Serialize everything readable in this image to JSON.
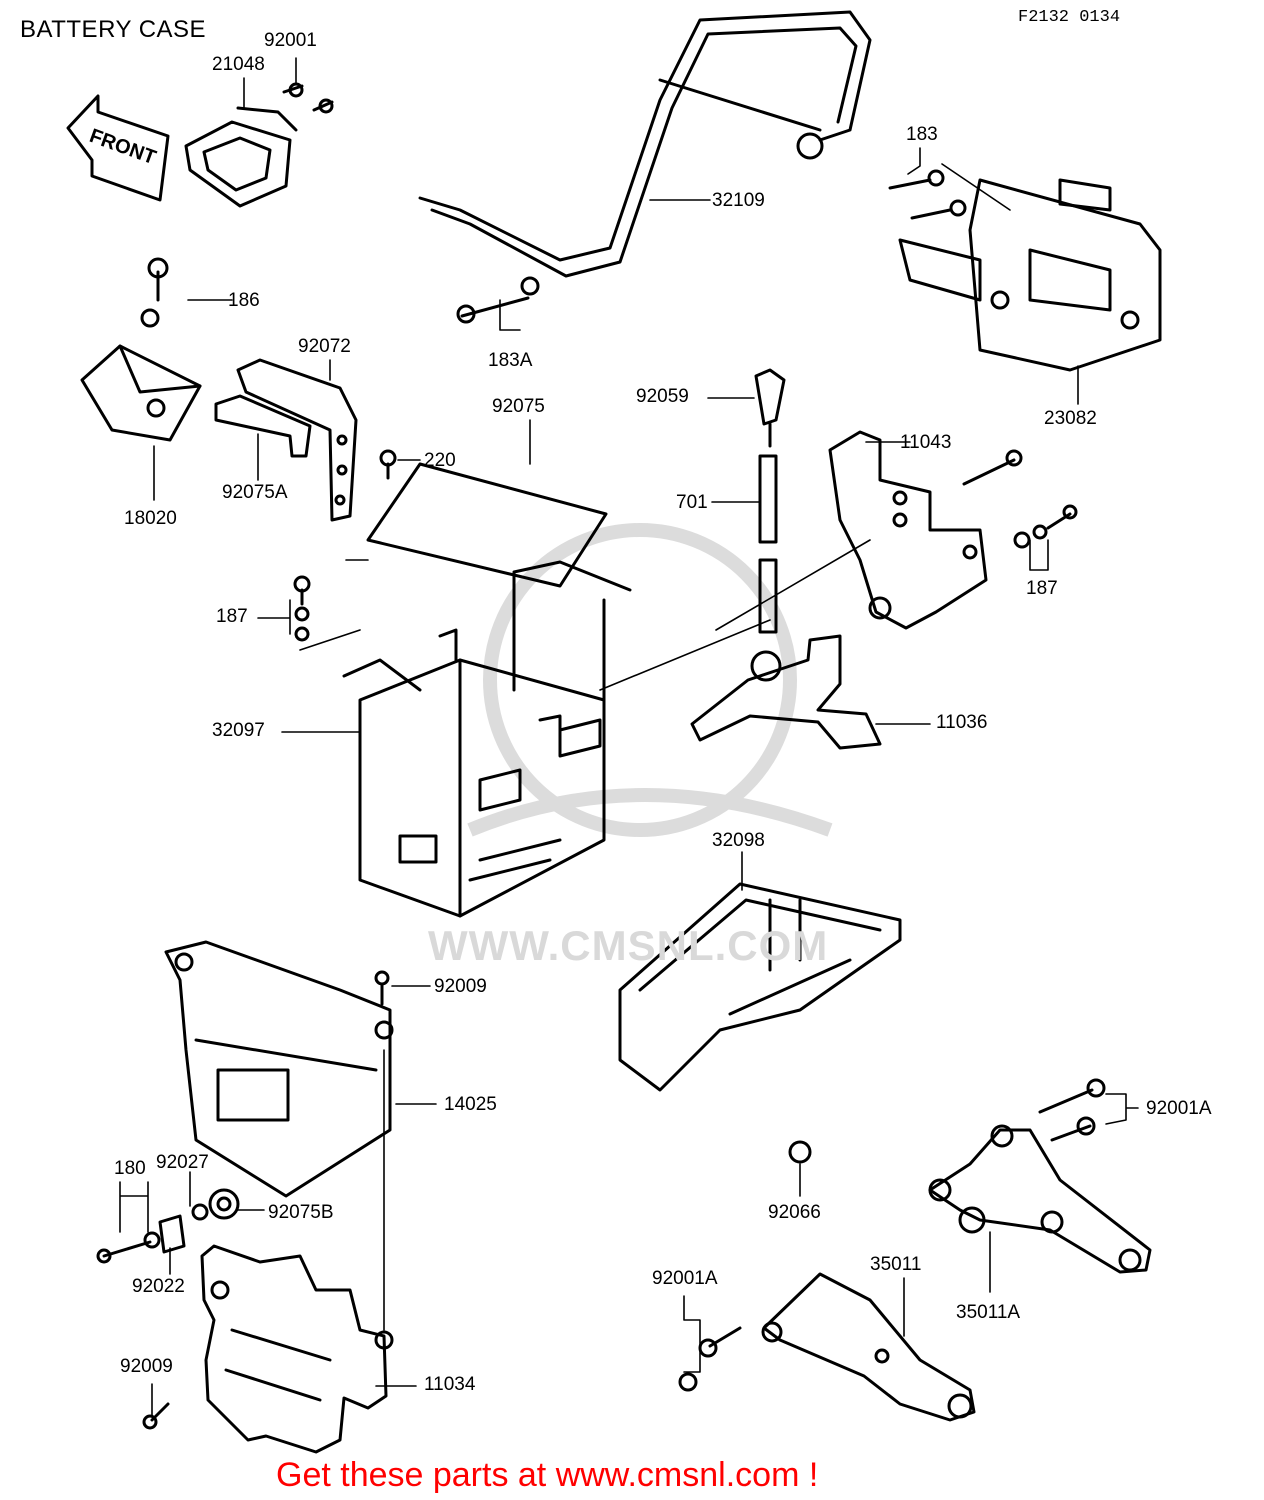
{
  "header": {
    "title": "BATTERY CASE",
    "drawing_code": "F2132 0134"
  },
  "front_sign": "FRONT",
  "watermark": "WWW.CMSNL.COM",
  "footer": "Get these parts at www.cmsnl.com !",
  "part_labels": [
    "92001",
    "21048",
    "32109",
    "183",
    "186",
    "183A",
    "23082",
    "92072",
    "92075",
    "92059",
    "11043",
    "220",
    "18020",
    "92075A",
    "701",
    "187",
    "187",
    "32097",
    "11036",
    "32098",
    "92009",
    "14025",
    "180",
    "92027",
    "92075B",
    "92022",
    "92001A",
    "92066",
    "92001A",
    "35011",
    "35011A",
    "92009",
    "11034"
  ]
}
